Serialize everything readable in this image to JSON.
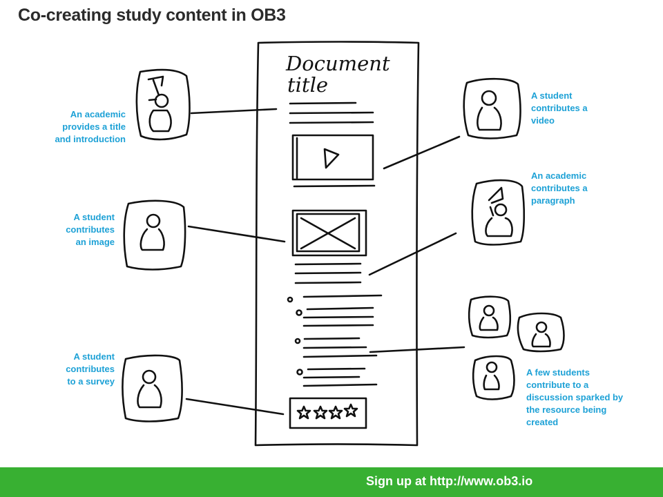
{
  "title": "Co-creating study content in OB3",
  "sketch": {
    "document_title_lines": [
      "Document",
      "title"
    ]
  },
  "annotations": {
    "academic_title": [
      "An academic",
      "provides a title",
      "and introduction"
    ],
    "student_image": [
      "A student",
      "contributes",
      "an image"
    ],
    "student_survey": [
      "A student",
      "contributes",
      "to a survey"
    ],
    "student_video": [
      "A student",
      "contributes a",
      "video"
    ],
    "academic_paragraph": [
      "An academic",
      "contributes a",
      "paragraph"
    ],
    "students_discussion": [
      "A few students",
      "contribute to a",
      "discussion sparked by",
      "the resource being",
      "created"
    ]
  },
  "footer": {
    "text": "Sign up at http://www.ob3.io",
    "color": "#38b032"
  },
  "colors": {
    "annotation": "#1da1d6",
    "ink": "#111111"
  },
  "icons": [
    "academic-avatar-icon",
    "student-avatar-icon",
    "play-icon",
    "image-placeholder-icon",
    "star-icon",
    "bullet-icon"
  ]
}
